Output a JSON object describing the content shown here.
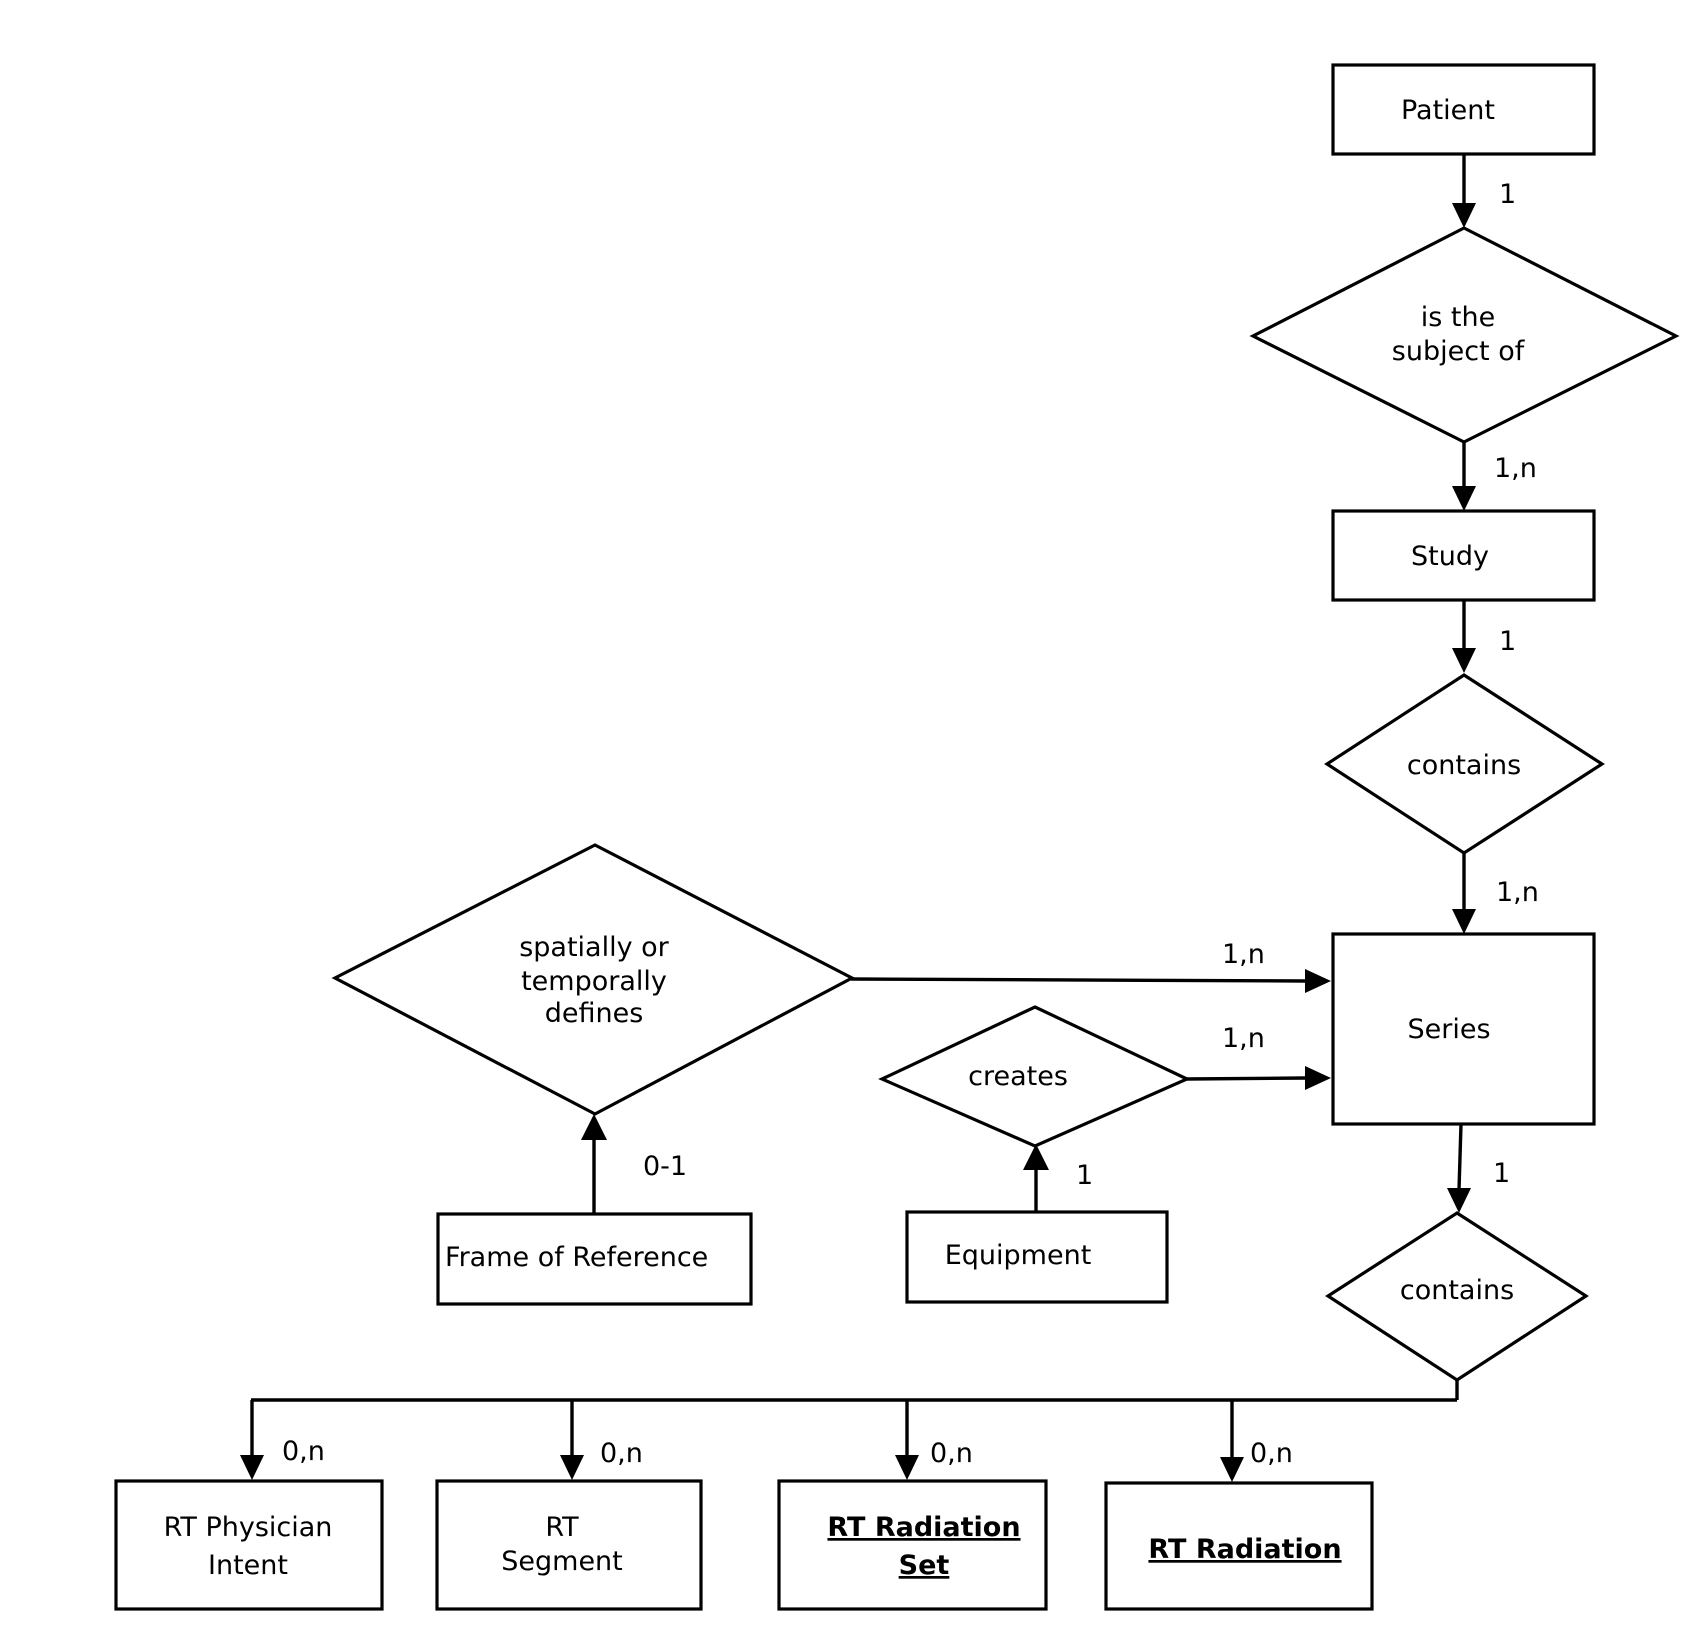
{
  "entities": {
    "patient": "Patient",
    "study": "Study",
    "series": "Series",
    "frame_of_reference": "Frame of Reference",
    "equipment": "Equipment",
    "rt_physician_intent": [
      "RT Physician",
      "Intent"
    ],
    "rt_segment": [
      "RT",
      "Segment"
    ],
    "rt_radiation_set": [
      "RT Radiation",
      "Set"
    ],
    "rt_radiation": "RT Radiation"
  },
  "relationships": {
    "is_subject_of": [
      "is the",
      "subject of"
    ],
    "contains_study": "contains",
    "spatially_defines": [
      "spatially or",
      "temporally",
      "defines"
    ],
    "creates": "creates",
    "contains_series": "contains"
  },
  "cardinalities": {
    "patient_to_rel": "1",
    "rel_to_study": "1,n",
    "study_to_rel": "1",
    "rel_to_series": "1,n",
    "spatial_to_series": "1,n",
    "creates_to_series": "1,n",
    "frame_to_spatial": "0-1",
    "equipment_to_creates": "1",
    "series_to_contains": "1",
    "to_physician_intent": "0,n",
    "to_segment": "0,n",
    "to_radiation_set": "0,n",
    "to_radiation": "0,n"
  }
}
